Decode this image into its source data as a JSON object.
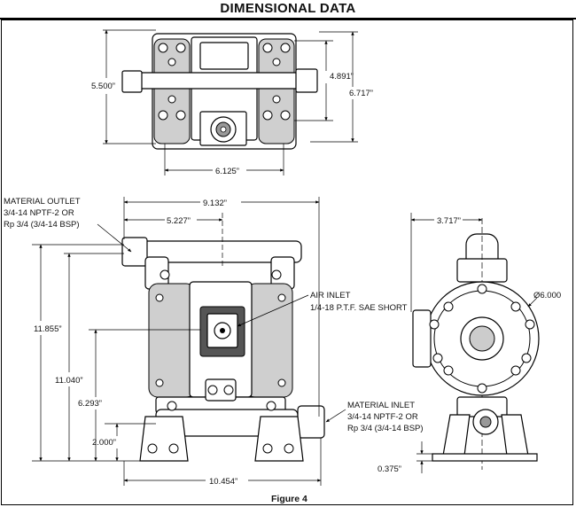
{
  "header": {
    "title": "DIMENSIONAL DATA"
  },
  "top_view": {
    "dim_height_total": "5.500”",
    "dim_port_spacing": "4.891”",
    "dim_depth": "6.717”",
    "dim_width": "6.125”"
  },
  "front_view": {
    "dim_overall_width": "9.132”",
    "dim_center_to_inlet": "5.227”",
    "dim_total_height": "11.855”",
    "dim_outlet_height": "11.040”",
    "dim_air_height": "6.293”",
    "dim_inlet_height": "2.000”",
    "dim_base_width": "10.454”",
    "material_outlet": [
      "MATERIAL OUTLET",
      "3/4-14 NPTF-2 OR",
      "Rp 3/4 (3/4-14 BSP)"
    ],
    "air_inlet": [
      "AIR INLET",
      "1/4-18 P.T.F. SAE SHORT"
    ],
    "material_inlet": [
      "MATERIAL INLET",
      "3/4-14 NPTF-2 OR",
      "Rp 3/4 (3/4-14 BSP)"
    ]
  },
  "side_view": {
    "dim_half_width": "3.717”",
    "dim_diameter": "Ø6.000",
    "dim_base_height": "0.375”"
  },
  "caption": "Figure 4"
}
